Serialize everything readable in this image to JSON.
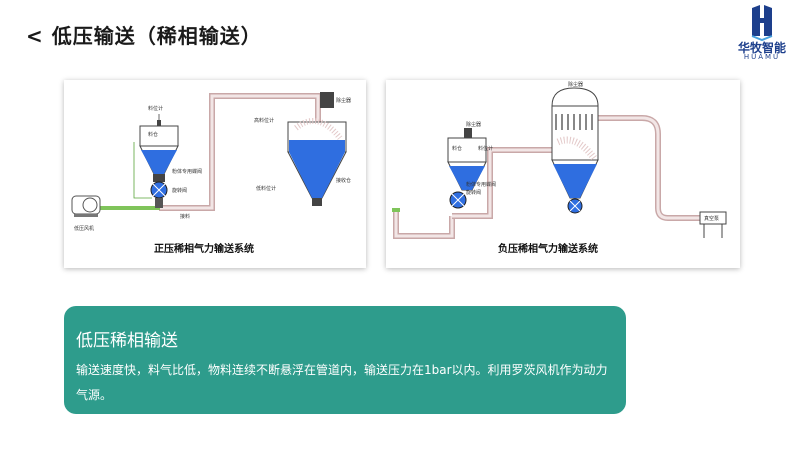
{
  "header": {
    "back_glyph": "<",
    "title": "低压输送（稀相输送）"
  },
  "logo": {
    "name_cn": "华牧智能",
    "name_en": "HUAMU"
  },
  "left_diagram": {
    "caption": "正压稀相气力输送系统",
    "labels": {
      "level_meter": "料位计",
      "hopper": "料仓",
      "dedicated_valve": "粉体专用蝶阀",
      "rotary_valve": "旋转阀",
      "blower": "低压风机",
      "elbow": "接料",
      "high_level": "高料位计",
      "dust_collector": "除尘器",
      "low_level": "低料位计",
      "receiver": "接收仓"
    }
  },
  "right_diagram": {
    "caption": "负压稀相气力输送系统",
    "labels": {
      "dust_collector_top": "除尘器",
      "dust_collector_left": "除尘器",
      "level_meter": "料位计",
      "hopper": "料仓",
      "dedicated_valve": "粉体专用蝶阀",
      "rotary_valve": "旋转阀",
      "vacuum_pump": "真空泵"
    }
  },
  "info": {
    "heading": "低压稀相输送",
    "body": "输送速度快，料气比低，物料连续不断悬浮在管道内，输送压力在1bar以内。利用罗茨风机作为动力气源。"
  },
  "colors": {
    "accent": "#2e9c8c",
    "material_blue": "#2f6ee0",
    "brand": "#1d3f8c",
    "pipe": "#c9a8a8"
  }
}
